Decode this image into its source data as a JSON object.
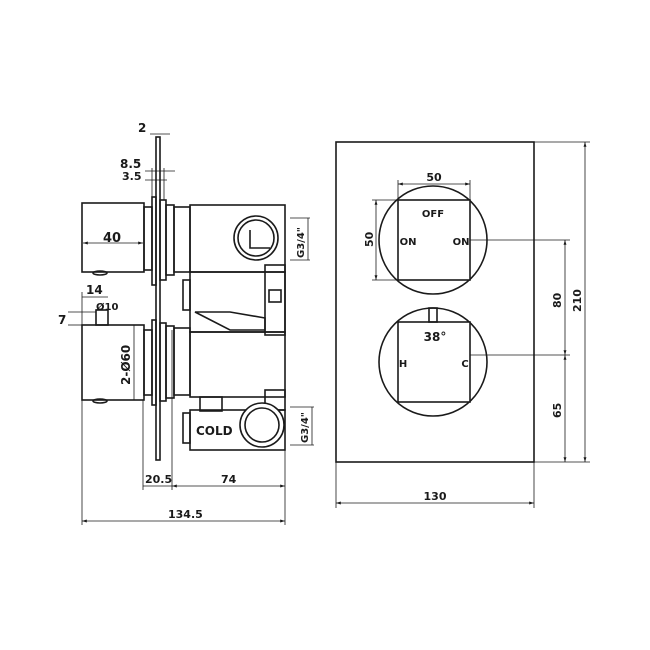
{
  "side_view": {
    "dims": {
      "plate": "2",
      "d1": "8.5",
      "d2": "3.5",
      "handle_depth": "40",
      "spindle_offset": "14",
      "spindle_dia": "Ø10",
      "spindle_h": "7",
      "handle_dia": "2-Ø60",
      "front": "20.5",
      "body": "74",
      "total": "134.5",
      "thread_top": "G3/4\"",
      "thread_bottom": "G3/4\""
    },
    "labels": {
      "cold": "COLD"
    }
  },
  "front_view": {
    "dims": {
      "knob_w": "50",
      "knob_h": "50",
      "height": "210",
      "spacing": "80",
      "bottom": "65",
      "width": "130"
    },
    "labels": {
      "off": "OFF",
      "on_left": "ON",
      "on_right": "ON",
      "angle": "38°",
      "hot": "H",
      "cold": "C"
    }
  }
}
